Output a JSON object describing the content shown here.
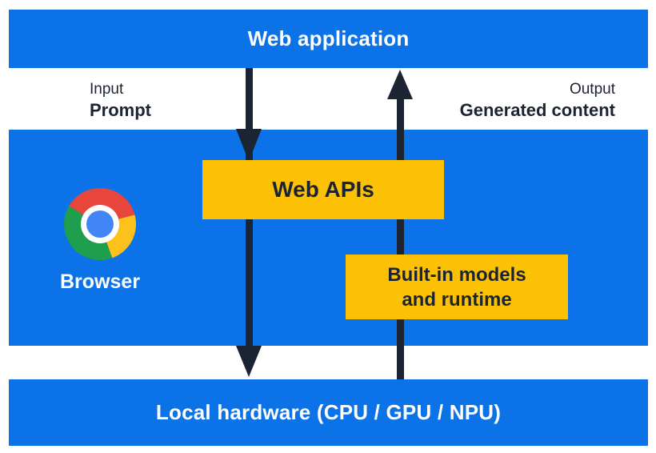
{
  "diagram": {
    "title_bar": {
      "label": "Web application"
    },
    "io_labels": {
      "input_caption": "Input",
      "input_label": "Prompt",
      "output_caption": "Output",
      "output_label": "Generated content"
    },
    "browser_section": {
      "browser_label": "Browser",
      "web_apis_box_label": "Web APIs",
      "builtin_box_line1": "Built-in models",
      "builtin_box_line2": "and runtime"
    },
    "hardware_bar": {
      "label": "Local hardware (CPU / GPU / NPU)"
    }
  },
  "icons": {
    "chrome_icon": "chrome-browser-logo"
  },
  "colors": {
    "section_blue": "#0c72e8",
    "box_yellow": "#fcc004",
    "ink_navy": "#1b2433",
    "text_white": "#ffffff",
    "chrome_red": "#e8453c",
    "chrome_yellow": "#fcc21b",
    "chrome_green": "#1f9e4d",
    "chrome_blue": "#4285f4"
  }
}
